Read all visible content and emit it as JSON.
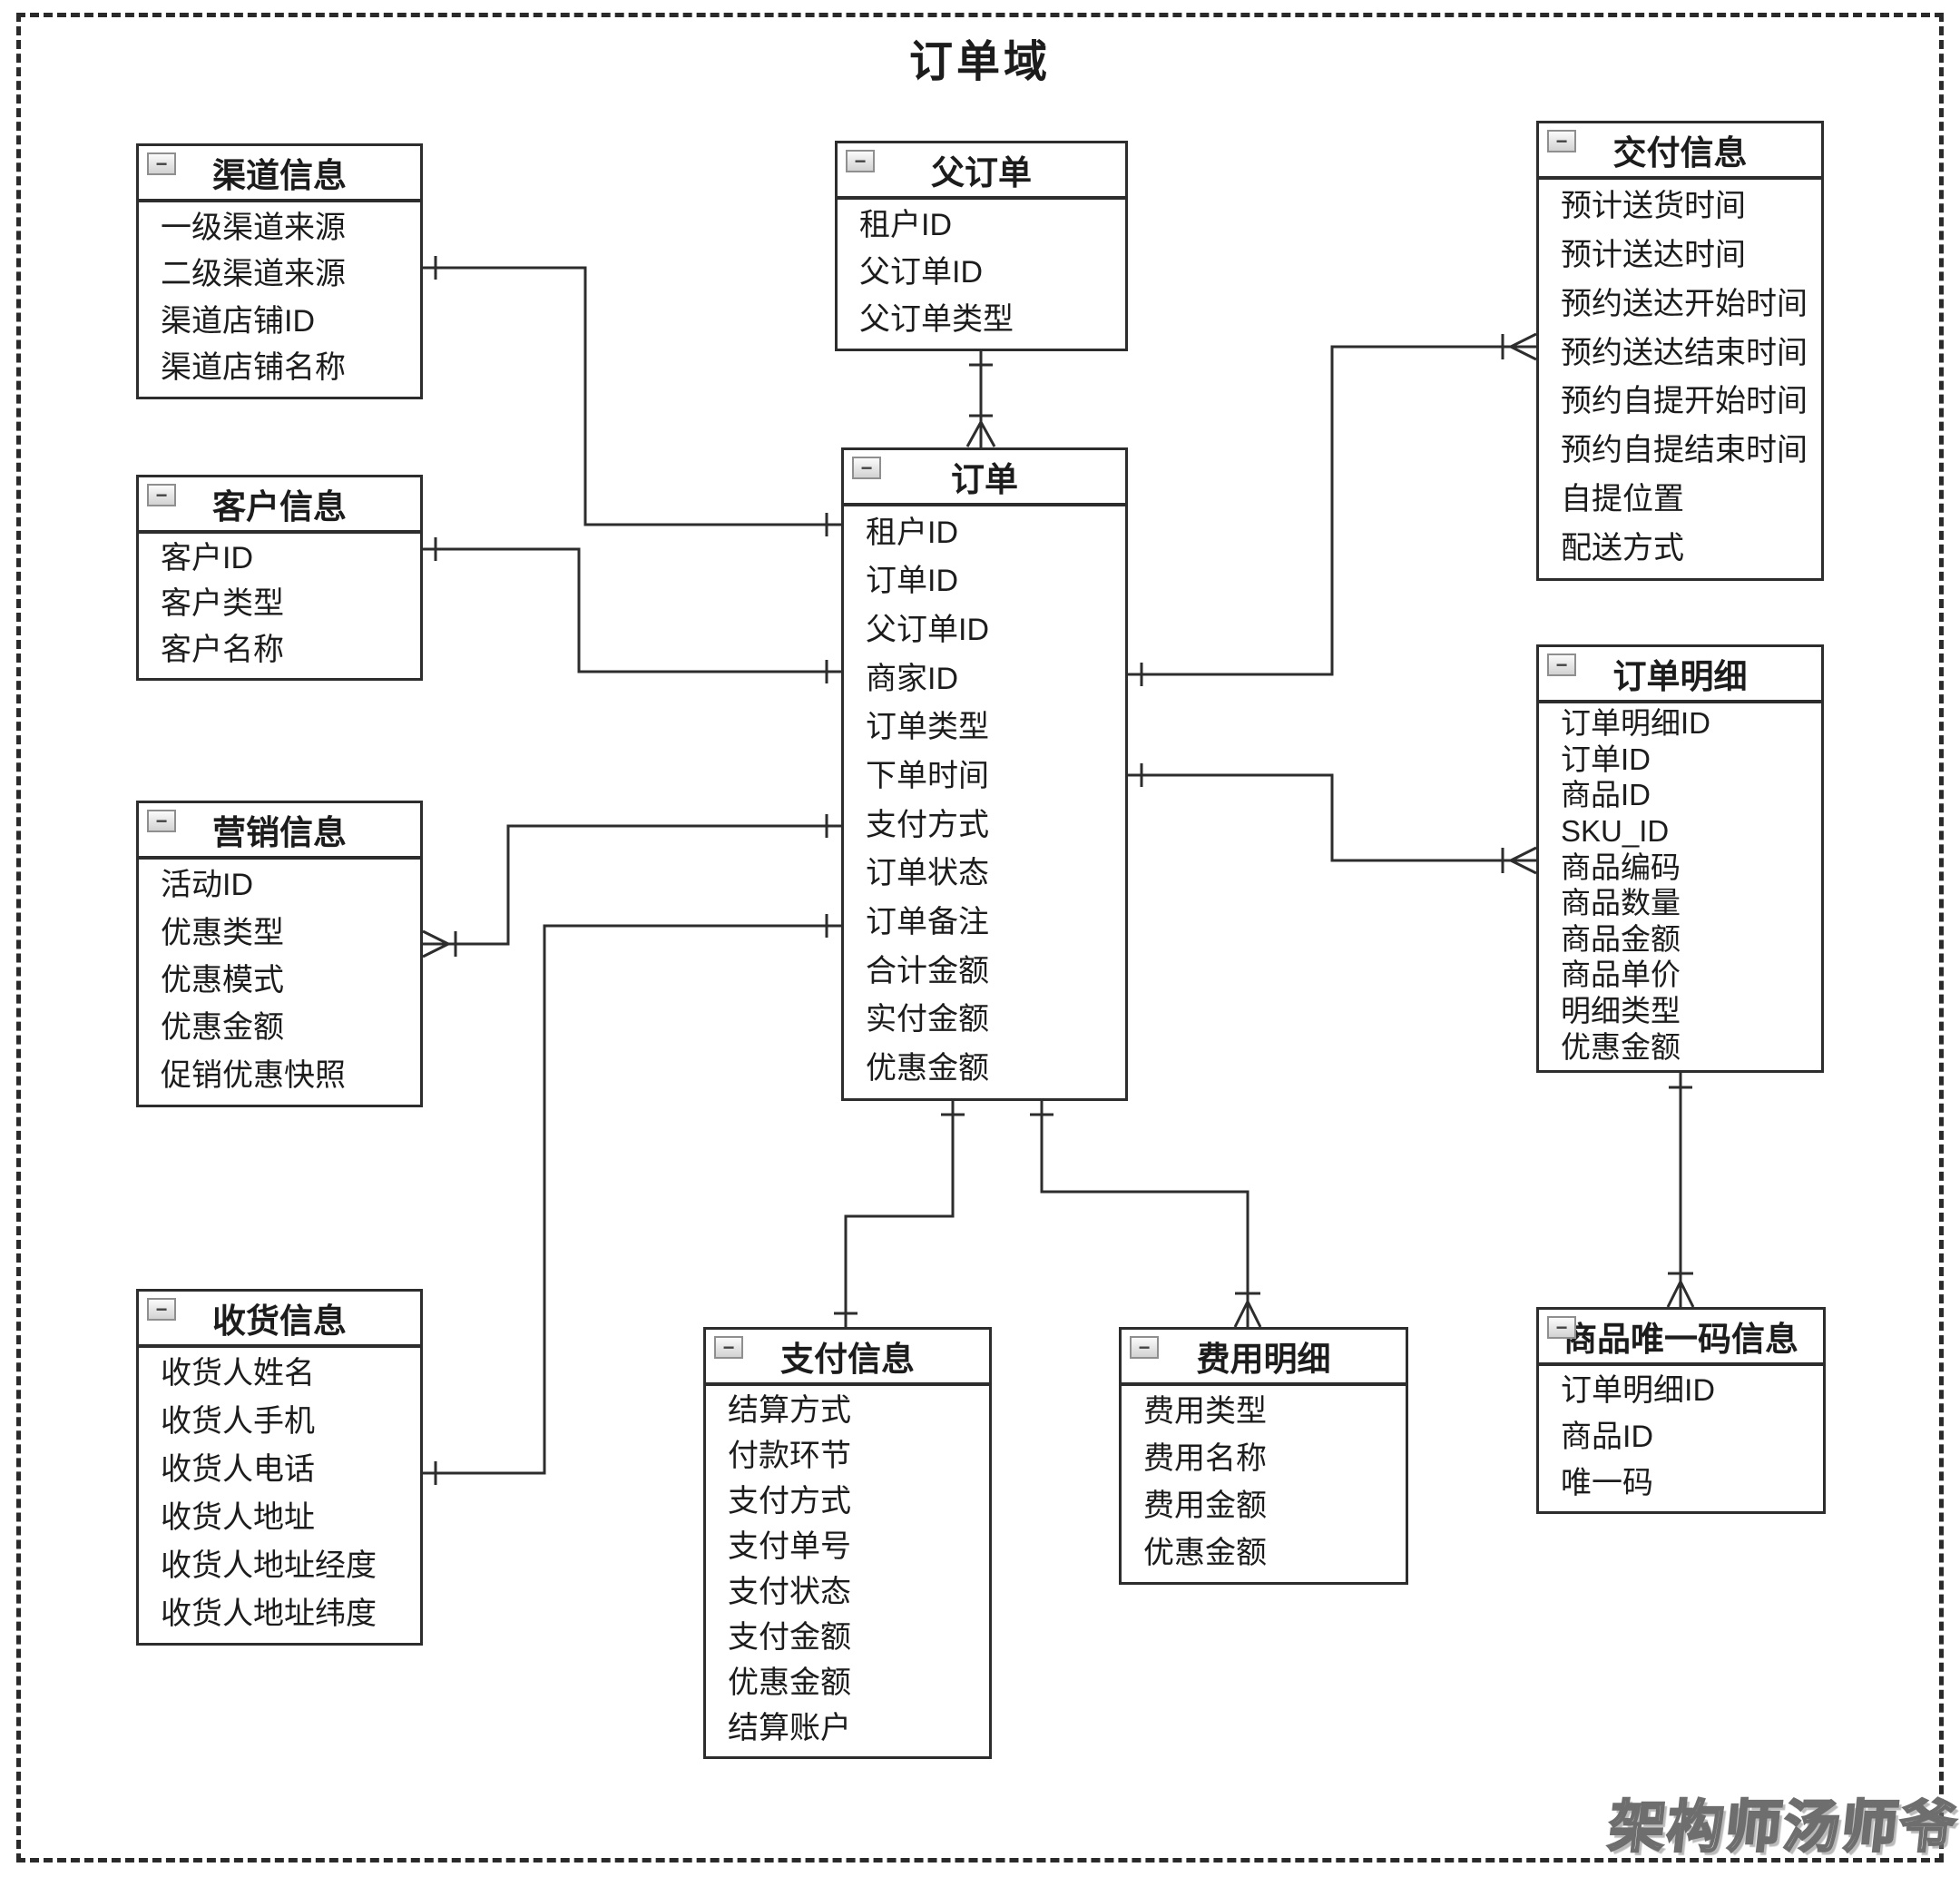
{
  "diagram": {
    "title": "订单域",
    "watermark": "架构师汤师爷"
  },
  "icons": {
    "collapse": "−"
  },
  "entities": [
    {
      "id": "channel-info",
      "title": "渠道信息",
      "fields": [
        "一级渠道来源",
        "二级渠道来源",
        "渠道店铺ID",
        "渠道店铺名称"
      ]
    },
    {
      "id": "customer-info",
      "title": "客户信息",
      "fields": [
        "客户ID",
        "客户类型",
        "客户名称"
      ]
    },
    {
      "id": "marketing-info",
      "title": "营销信息",
      "fields": [
        "活动ID",
        "优惠类型",
        "优惠模式",
        "优惠金额",
        "促销优惠快照"
      ]
    },
    {
      "id": "receiver-info",
      "title": "收货信息",
      "fields": [
        "收货人姓名",
        "收货人手机",
        "收货人电话",
        "收货人地址",
        "收货人地址经度",
        "收货人地址纬度"
      ]
    },
    {
      "id": "parent-order",
      "title": "父订单",
      "fields": [
        "租户ID",
        "父订单ID",
        "父订单类型"
      ]
    },
    {
      "id": "order",
      "title": "订单",
      "fields": [
        "租户ID",
        "订单ID",
        "父订单ID",
        "商家ID",
        "订单类型",
        "下单时间",
        "支付方式",
        "订单状态",
        "订单备注",
        "合计金额",
        "实付金额",
        "优惠金额"
      ]
    },
    {
      "id": "delivery-info",
      "title": "交付信息",
      "fields": [
        "预计送货时间",
        "预计送达时间",
        "预约送达开始时间",
        "预约送达结束时间",
        "预约自提开始时间",
        "预约自提结束时间",
        "自提位置",
        "配送方式"
      ]
    },
    {
      "id": "order-detail",
      "title": "订单明细",
      "fields": [
        "订单明细ID",
        "订单ID",
        "商品ID",
        "SKU_ID",
        "商品编码",
        "商品数量",
        "商品金额",
        "商品单价",
        "明细类型",
        "优惠金额"
      ]
    },
    {
      "id": "payment-info",
      "title": "支付信息",
      "fields": [
        "结算方式",
        "付款环节",
        "支付方式",
        "支付单号",
        "支付状态",
        "支付金额",
        "优惠金额",
        "结算账户"
      ]
    },
    {
      "id": "fee-detail",
      "title": "费用明细",
      "fields": [
        "费用类型",
        "费用名称",
        "费用金额",
        "优惠金额"
      ]
    },
    {
      "id": "product-unique-code",
      "title": "商品唯一码信息",
      "fields": [
        "订单明细ID",
        "商品ID",
        "唯一码"
      ]
    }
  ],
  "relationships": [
    {
      "from": "父订单",
      "to": "订单",
      "from_card": "one",
      "to_card": "many"
    },
    {
      "from": "渠道信息",
      "to": "订单",
      "from_card": "one",
      "to_card": "one"
    },
    {
      "from": "客户信息",
      "to": "订单",
      "from_card": "one",
      "to_card": "one"
    },
    {
      "from": "营销信息",
      "to": "订单",
      "from_card": "many",
      "to_card": "one"
    },
    {
      "from": "收货信息",
      "to": "订单",
      "from_card": "one",
      "to_card": "one"
    },
    {
      "from": "订单",
      "to": "交付信息",
      "from_card": "one",
      "to_card": "many"
    },
    {
      "from": "订单",
      "to": "订单明细",
      "from_card": "one",
      "to_card": "many"
    },
    {
      "from": "订单",
      "to": "支付信息",
      "from_card": "one",
      "to_card": "one"
    },
    {
      "from": "订单",
      "to": "费用明细",
      "from_card": "one",
      "to_card": "many"
    },
    {
      "from": "订单明细",
      "to": "商品唯一码信息",
      "from_card": "one",
      "to_card": "many"
    }
  ]
}
